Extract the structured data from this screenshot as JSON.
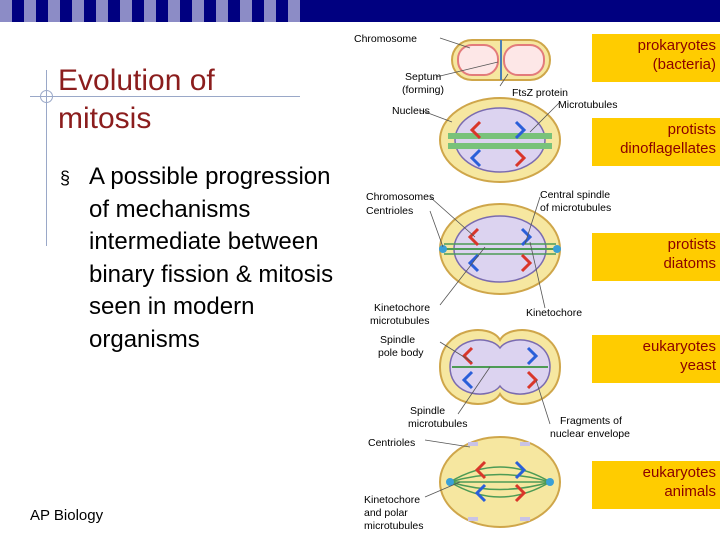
{
  "slide": {
    "title": "Evolution of mitosis",
    "bullet": "A possible progression of mechanisms intermediate between binary fission & mitosis seen in modern organisms",
    "bullet_marker": "§",
    "footer": "AP Biology"
  },
  "labels": [
    {
      "line1": "prokaryotes",
      "line2": "(bacteria)"
    },
    {
      "line1": "protists",
      "line2": "dinoflagellates"
    },
    {
      "line1": "protists",
      "line2": "diatoms"
    },
    {
      "line1": "eukaryotes",
      "line2": "yeast"
    },
    {
      "line1": "eukaryotes",
      "line2": "animals"
    }
  ],
  "figure": {
    "chromosome": "Chromosome",
    "septum_1": "Septum",
    "septum_2": "(forming)",
    "ftsz": "FtsZ protein",
    "nucleus": "Nucleus",
    "microtubules": "Microtubules",
    "chromosomes": "Chromosomes",
    "centrioles": "Centrioles",
    "central_spindle_1": "Central spindle",
    "central_spindle_2": "of microtubules",
    "kinetochore_mt_1": "Kinetochore",
    "kinetochore_mt_2": "microtubules",
    "kinetochore": "Kinetochore",
    "spindle_pole_1": "Spindle",
    "spindle_pole_2": "pole body",
    "spindle_mt_1": "Spindle",
    "spindle_mt_2": "microtubules",
    "fragments_1": "Fragments of",
    "fragments_2": "nuclear envelope",
    "centrioles_2": "Centrioles",
    "kin_polar_1": "Kinetochore",
    "kin_polar_2": "and polar",
    "kin_polar_3": "microtubules"
  },
  "colors": {
    "title": "#8b1d1d",
    "top_bar": "#000080",
    "label_bg": "#ffcc00",
    "label_text": "#8b0000"
  }
}
